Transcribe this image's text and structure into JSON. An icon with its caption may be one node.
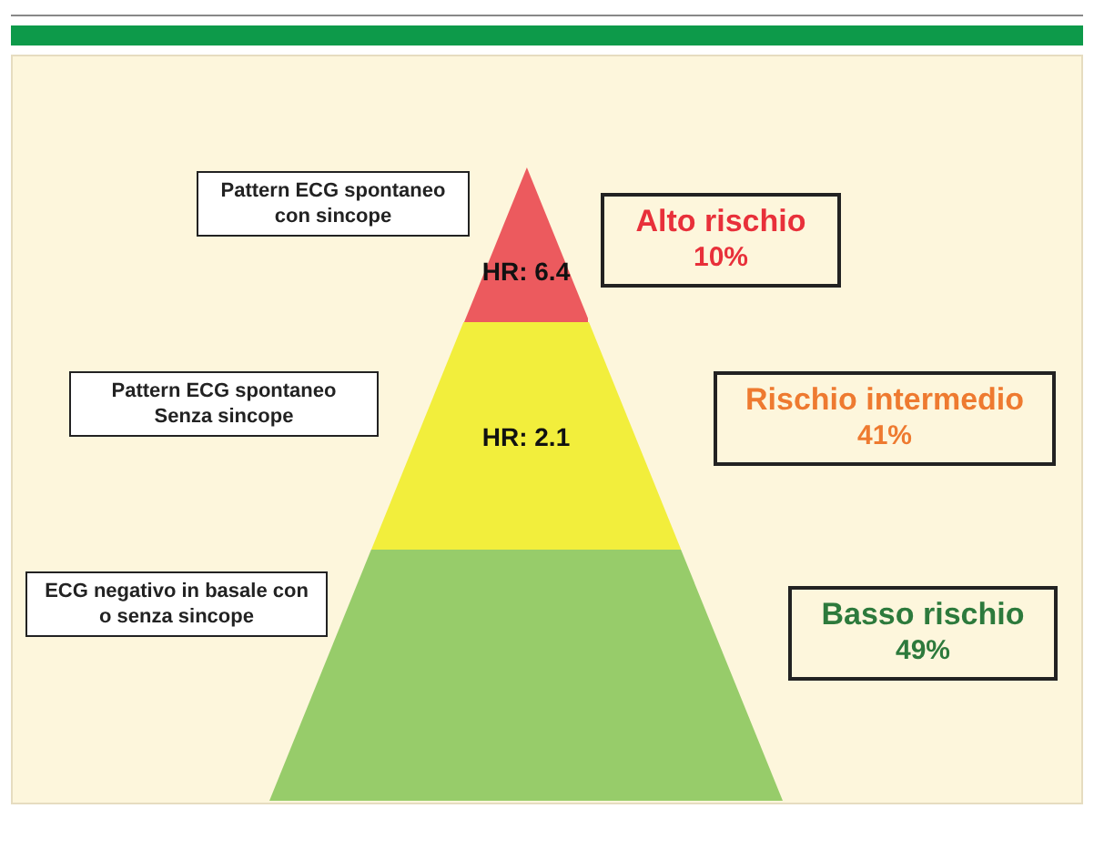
{
  "diagram": {
    "nodes": [
      {
        "text": [
          "Pattern ECG spontaneo con sincope"
        ]
      },
      {
        "text": [
          "HR: 6.4"
        ]
      },
      {
        "text": [
          "Alto rischio",
          "10%"
        ]
      },
      {
        "text": [
          "Pattern ECG spontaneo Senza sincope"
        ]
      },
      {
        "text": [
          "HR: 2.1"
        ]
      },
      {
        "text": [
          "Rischio intermedio",
          "41%"
        ]
      },
      {
        "text": [
          "ECG negativo in basale con o senza sincope"
        ]
      },
      {
        "text": [],
        "shape": "trapezoid"
      },
      {
        "text": [
          "Basso rischio",
          "49%"
        ]
      }
    ]
  }
}
